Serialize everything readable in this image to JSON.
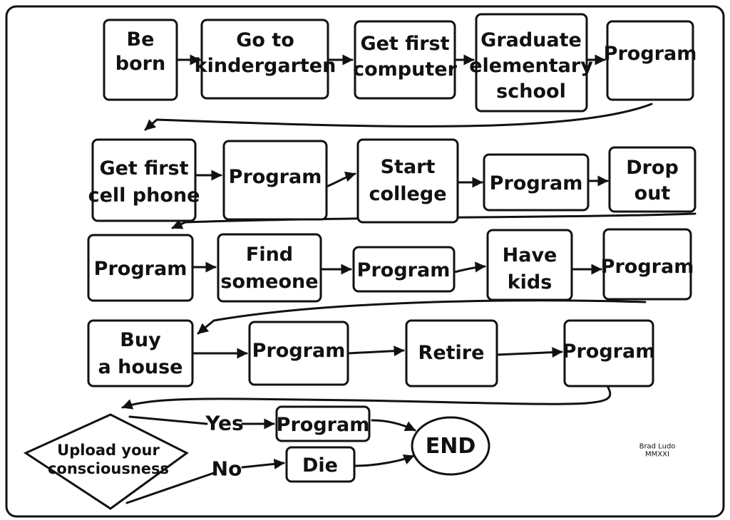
{
  "nodes": {
    "be_born": [
      "Be",
      "born"
    ],
    "kindergarten": [
      "Go to",
      "kindergarten"
    ],
    "first_computer": [
      "Get first",
      "computer"
    ],
    "graduate": [
      "Graduate",
      "elementary",
      "school"
    ],
    "program_1": [
      "Program"
    ],
    "cell_phone": [
      "Get first",
      "cell phone"
    ],
    "program_2": [
      "Program"
    ],
    "college": [
      "Start",
      "college"
    ],
    "program_3": [
      "Program"
    ],
    "drop_out": [
      "Drop",
      "out"
    ],
    "program_4": [
      "Program"
    ],
    "find_someone": [
      "Find",
      "someone"
    ],
    "program_5": [
      "Program"
    ],
    "have_kids": [
      "Have",
      "kids"
    ],
    "program_6": [
      "Program"
    ],
    "buy_house": [
      "Buy",
      "a house"
    ],
    "program_7": [
      "Program"
    ],
    "retire": [
      "Retire"
    ],
    "program_8": [
      "Program"
    ],
    "decision": [
      "Upload your",
      "consciousness"
    ],
    "program_final": [
      "Program"
    ],
    "die": [
      "Die"
    ],
    "end": [
      "END"
    ]
  },
  "branches": {
    "yes": "Yes",
    "no": "No"
  },
  "signature": [
    "Brad Ludo",
    "MMXXI"
  ],
  "colors": {
    "ink": "#111111",
    "background": "#ffffff"
  }
}
